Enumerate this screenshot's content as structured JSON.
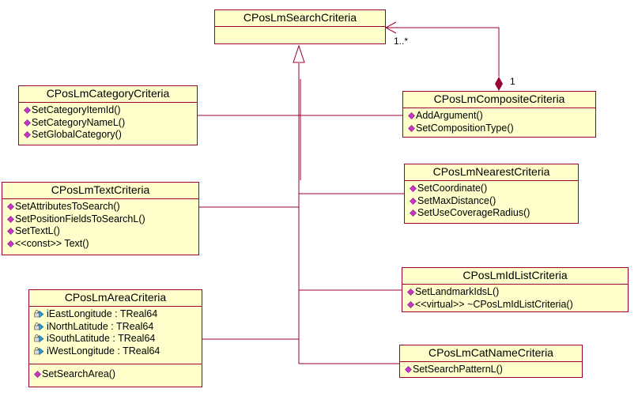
{
  "classes": {
    "search": {
      "name": "CPosLmSearchCriteria"
    },
    "category": {
      "name": "CPosLmCategoryCriteria",
      "operations": [
        "SetCategoryItemId()",
        "SetCategoryNameL()",
        "SetGlobalCategory()"
      ]
    },
    "text": {
      "name": "CPosLmTextCriteria",
      "operations": [
        "SetAttributesToSearch()",
        "SetPositionFieldsToSearchL()",
        "SetTextL()",
        "<<const>> Text()"
      ]
    },
    "area": {
      "name": "CPosLmAreaCriteria",
      "attributes": [
        "iEastLongitude : TReal64",
        "iNorthLatitude : TReal64",
        "iSouthLatitude : TReal64",
        "iWestLongitude : TReal64"
      ],
      "operations": [
        "SetSearchArea()"
      ]
    },
    "composite": {
      "name": "CPosLmCompositeCriteria",
      "operations": [
        "AddArgument()",
        "SetCompositionType()"
      ]
    },
    "nearest": {
      "name": "CPosLmNearestCriteria",
      "operations": [
        "SetCoordinate()",
        "SetMaxDistance()",
        "SetUseCoverageRadius()"
      ]
    },
    "idlist": {
      "name": "CPosLmIdListCriteria",
      "operations": [
        "SetLandmarkIdsL()",
        "<<virtual>> ~CPosLmIdListCriteria()"
      ]
    },
    "catname": {
      "name": "CPosLmCatNameCriteria",
      "operations": [
        "SetSearchPatternL()"
      ]
    }
  },
  "multiplicity": {
    "many": "1..*",
    "one": "1"
  },
  "colors": {
    "line": "#990033",
    "fill": "#ffffcc",
    "operation_icon": "#cc33cc",
    "attribute_icon": "#3399cc"
  },
  "icons": {
    "operation": "magenta-diamond-icon",
    "attribute": "lock-field-icon"
  }
}
